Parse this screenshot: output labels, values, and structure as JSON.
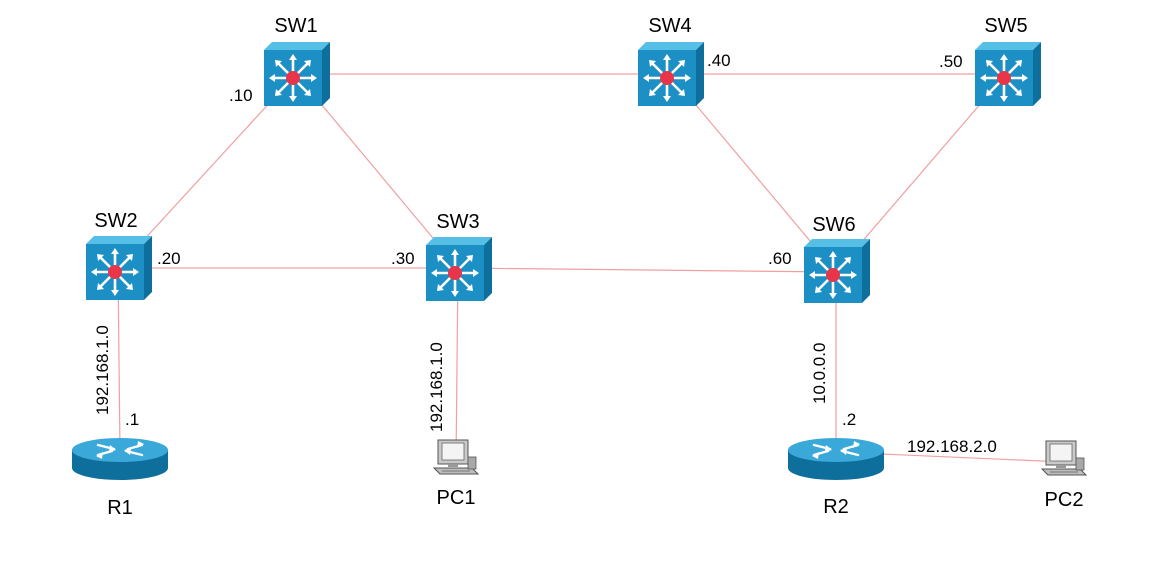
{
  "colors": {
    "switch_front": "#1c8fc4",
    "switch_top": "#55bfe6",
    "switch_side": "#0f6f9c",
    "switch_hub": "#e8354a",
    "router_body": "#1a8cc3",
    "link": "#f0a0a0"
  },
  "devices": {
    "sw1": {
      "label": "SW1",
      "type": "switch"
    },
    "sw2": {
      "label": "SW2",
      "type": "switch"
    },
    "sw3": {
      "label": "SW3",
      "type": "switch"
    },
    "sw4": {
      "label": "SW4",
      "type": "switch"
    },
    "sw5": {
      "label": "SW5",
      "type": "switch"
    },
    "sw6": {
      "label": "SW6",
      "type": "switch"
    },
    "r1": {
      "label": "R1",
      "type": "router"
    },
    "r2": {
      "label": "R2",
      "type": "router"
    },
    "pc1": {
      "label": "PC1",
      "type": "pc"
    },
    "pc2": {
      "label": "PC2",
      "type": "pc"
    }
  },
  "addresses": {
    "sw1": ".10",
    "sw2": ".20",
    "sw3": ".30",
    "sw4": ".40",
    "sw5": ".50",
    "sw6": ".60",
    "r1": ".1",
    "r2": ".2"
  },
  "networks": {
    "sw2_r1": "192.168.1.0",
    "sw3_pc1": "192.168.1.0",
    "sw6_r2": "10.0.0.0",
    "r2_pc2": "192.168.2.0"
  },
  "links": [
    {
      "from": "sw1",
      "to": "sw4"
    },
    {
      "from": "sw4",
      "to": "sw5"
    },
    {
      "from": "sw1",
      "to": "sw2"
    },
    {
      "from": "sw1",
      "to": "sw3"
    },
    {
      "from": "sw2",
      "to": "sw3"
    },
    {
      "from": "sw3",
      "to": "sw6"
    },
    {
      "from": "sw4",
      "to": "sw6"
    },
    {
      "from": "sw5",
      "to": "sw6"
    },
    {
      "from": "sw2",
      "to": "r1"
    },
    {
      "from": "sw3",
      "to": "pc1"
    },
    {
      "from": "sw6",
      "to": "r2"
    },
    {
      "from": "r2",
      "to": "pc2"
    }
  ]
}
